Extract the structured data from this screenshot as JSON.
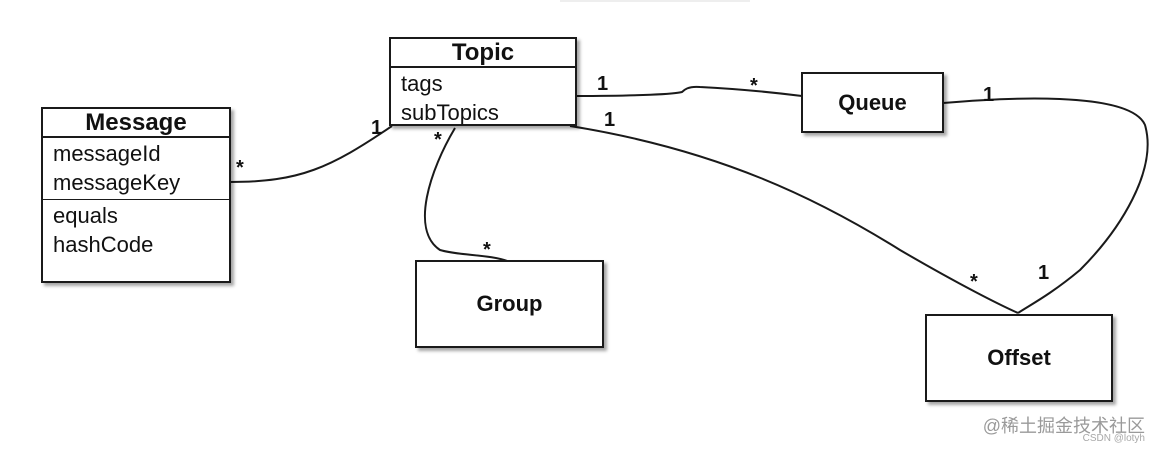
{
  "classes": {
    "topic": {
      "name": "Topic",
      "attributes": [
        "tags",
        "subTopics"
      ]
    },
    "message": {
      "name": "Message",
      "attributes": [
        "messageId",
        "messageKey"
      ],
      "methods": [
        "equals",
        "hashCode"
      ]
    }
  },
  "boxes": {
    "queue": "Queue",
    "group": "Group",
    "offset": "Offset"
  },
  "multiplicities": {
    "message_topic_message_end": "*",
    "message_topic_topic_end": "1",
    "topic_queue_topic_end": "1",
    "topic_queue_queue_end": "*",
    "topic_group_topic_end": "*",
    "topic_group_group_end": "*",
    "topic_offset_topic_end": "1",
    "topic_offset_offset_end": "*",
    "queue_offset_queue_end": "1",
    "queue_offset_offset_end": "1"
  },
  "watermark": {
    "main": "@稀土掘金技术社区",
    "sub": "CSDN @lotyh"
  },
  "colors": {
    "line": "#1a1a1a",
    "background": "#ffffff",
    "watermark": "#9a9a9a"
  }
}
